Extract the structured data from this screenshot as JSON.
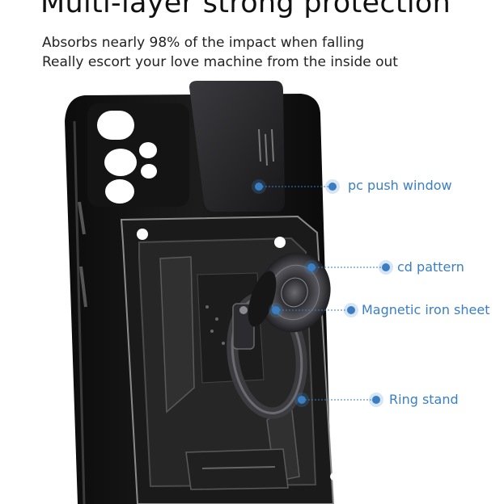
{
  "heading": {
    "title": "Multi-layer strong protection",
    "line1": "Absorbs nearly 98% of the impact when falling",
    "line2": "Really escort your love machine from the inside out"
  },
  "callouts": [
    {
      "label": "pc push window"
    },
    {
      "label": "cd pattern"
    },
    {
      "label": "Magnetic iron sheet"
    },
    {
      "label": "Ring stand"
    }
  ],
  "colors": {
    "accent": "#3a7ec4",
    "case": "#111111",
    "armor": "#2a2a2a",
    "metal": "#3c3c40"
  }
}
